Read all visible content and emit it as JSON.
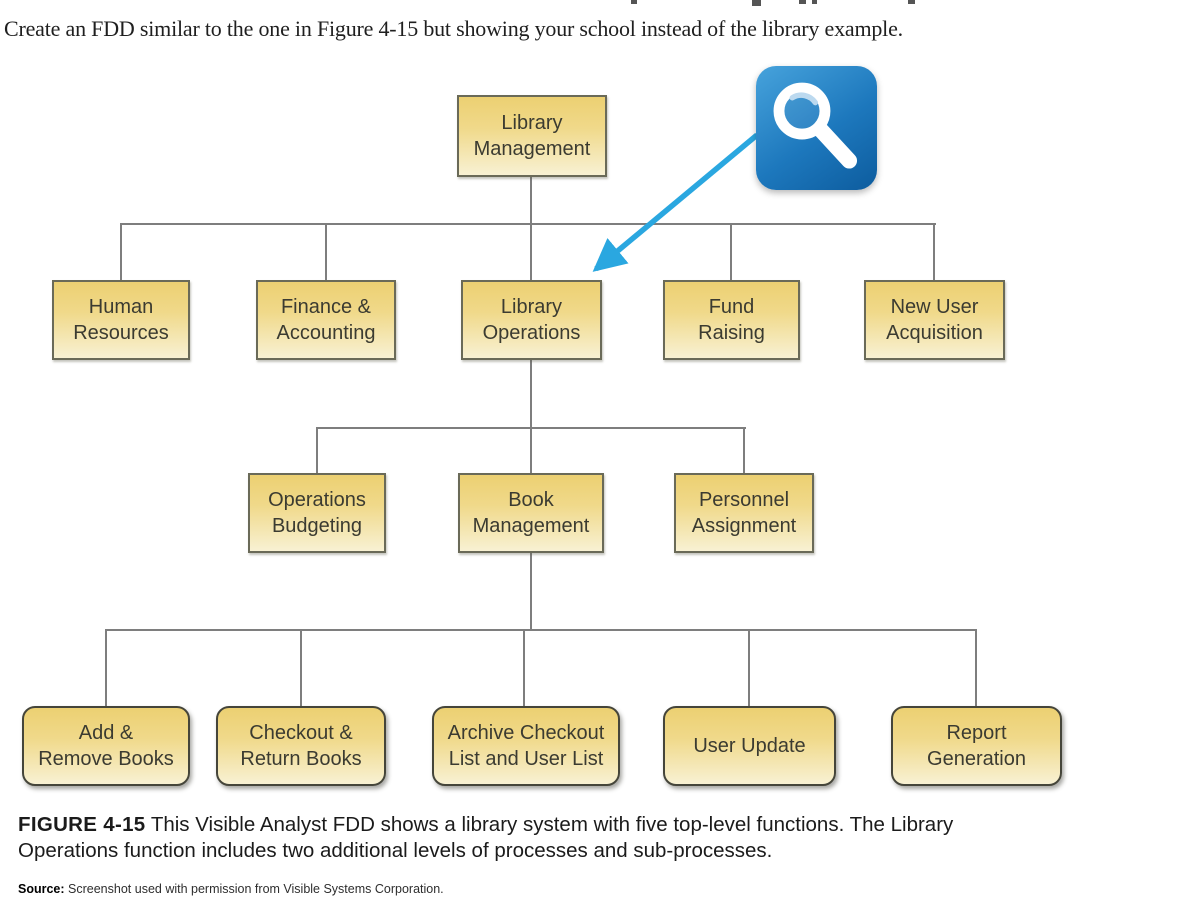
{
  "page": {
    "instruction": "Create an FDD similar to the one in Figure 4-15 but showing your school instead of the library example."
  },
  "diagram": {
    "nodes": {
      "root": {
        "line1": "Library",
        "line2": "Management"
      },
      "hr": {
        "line1": "Human",
        "line2": "Resources"
      },
      "finance": {
        "line1": "Finance &",
        "line2": "Accounting"
      },
      "libops": {
        "line1": "Library",
        "line2": "Operations"
      },
      "fund": {
        "line1": "Fund",
        "line2": "Raising"
      },
      "newuser": {
        "line1": "New User",
        "line2": "Acquisition"
      },
      "opsbudget": {
        "line1": "Operations",
        "line2": "Budgeting"
      },
      "bookmgmt": {
        "line1": "Book",
        "line2": "Management"
      },
      "personnel": {
        "line1": "Personnel",
        "line2": "Assignment"
      },
      "addremove": {
        "line1": "Add &",
        "line2": "Remove Books"
      },
      "checkout": {
        "line1": "Checkout &",
        "line2": "Return Books"
      },
      "archive": {
        "line1": "Archive Checkout",
        "line2": "List and User List"
      },
      "userupdate": {
        "line1": "User Update"
      },
      "report": {
        "line1": "Report",
        "line2": "Generation"
      }
    },
    "icons": {
      "magnifier": "magnifier-zoom-icon"
    },
    "colors": {
      "box_gradient_top": "#ecd072",
      "box_gradient_bottom": "#f8f1d3",
      "box_border": "#6a6a58",
      "rounded_box_border": "#45453a",
      "connector": "#7e7e7e",
      "arrow": "#2aa7e0",
      "icon_blue_light": "#47a3dc",
      "icon_blue_dark": "#0d5c9e"
    }
  },
  "caption": {
    "label": "FIGURE 4-15",
    "line1": "This Visible Analyst FDD shows a library system with five top-level functions. The Library",
    "line2": "Operations function includes two additional levels of processes and sub-processes.",
    "source_label": "Source:",
    "source_text": "Screenshot used with permission from Visible Systems Corporation."
  }
}
